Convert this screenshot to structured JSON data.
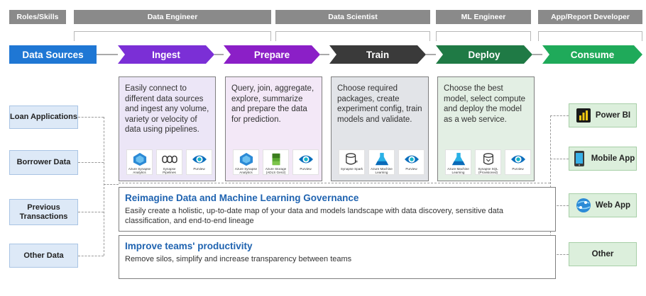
{
  "header": {
    "roles_label": "Roles/Skills",
    "roles": [
      {
        "label": "Data Engineer"
      },
      {
        "label": "Data Scientist"
      },
      {
        "label": "ML Engineer"
      },
      {
        "label": "App/Report Developer"
      }
    ]
  },
  "pipeline": [
    {
      "label": "Data Sources",
      "color": "#1f77d4"
    },
    {
      "label": "Ingest",
      "color": "#7b2fd6"
    },
    {
      "label": "Prepare",
      "color": "#8b1fc7"
    },
    {
      "label": "Train",
      "color": "#3a3a3a"
    },
    {
      "label": "Deploy",
      "color": "#1f7a45"
    },
    {
      "label": "Consume",
      "color": "#1faa5a"
    }
  ],
  "stages": [
    {
      "text": "Easily connect to different data sources and ingest any volume, variety or velocity of data using pipelines.",
      "bg": "#ece6f7",
      "tools": [
        {
          "label": "Azure Synapse Analytics",
          "icon": "synapse-icon"
        },
        {
          "label": "Synapse Pipelines",
          "icon": "pipelines-icon"
        },
        {
          "label": "Purview",
          "icon": "purview-icon"
        }
      ]
    },
    {
      "text": "Query, join, aggregate, explore, summarize and prepare the data for prediction.",
      "bg": "#f3e8f7",
      "tools": [
        {
          "label": "Azure Synapse Analytics",
          "icon": "synapse-icon"
        },
        {
          "label": "Azure Storage (ADLS Gen2)",
          "icon": "storage-icon"
        },
        {
          "label": "Purview",
          "icon": "purview-icon"
        }
      ]
    },
    {
      "text": "Choose required packages, create experiment config, train models and validate.",
      "bg": "#e2e4e8",
      "tools": [
        {
          "label": "Synapse Spark",
          "icon": "spark-icon"
        },
        {
          "label": "Azure Machine Learning",
          "icon": "ml-icon"
        },
        {
          "label": "Purview",
          "icon": "purview-icon"
        }
      ]
    },
    {
      "text": "Choose the best model, select compute and deploy the model as a web service.",
      "bg": "#e3efe4",
      "tools": [
        {
          "label": "Azure Machine Learning",
          "icon": "ml-icon"
        },
        {
          "label": "Synapse SQL (Provisioned)",
          "icon": "sql-icon"
        },
        {
          "label": "Purview",
          "icon": "purview-icon"
        }
      ]
    }
  ],
  "sources": [
    {
      "label": "Loan Applications"
    },
    {
      "label": "Borrower Data"
    },
    {
      "label": "Previous Transactions"
    },
    {
      "label": "Other Data"
    }
  ],
  "consumers": [
    {
      "label": "Power BI",
      "icon": "powerbi-icon"
    },
    {
      "label": "Mobile App",
      "icon": "mobile-app-icon"
    },
    {
      "label": "Web App",
      "icon": "web-app-icon"
    },
    {
      "label": "Other",
      "icon": ""
    }
  ],
  "governance": {
    "title": "Reimagine Data and Machine Learning Governance",
    "desc": "Easily create a holistic, up-to-date map of your data and models landscape with data discovery, sensitive data classification, and end-to-end lineage"
  },
  "productivity": {
    "title": "Improve teams' productivity",
    "desc": "Remove silos, simplify and increase transparency between teams"
  }
}
